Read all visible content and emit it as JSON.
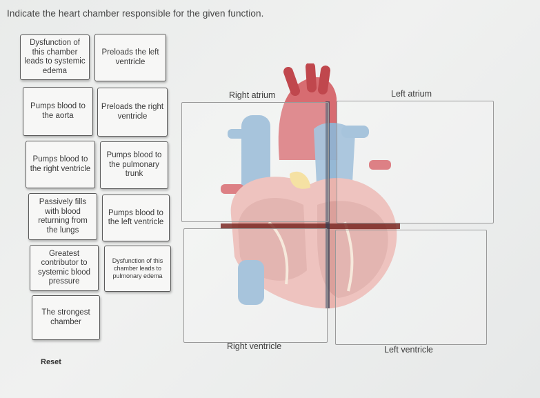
{
  "instruction": "Indicate the heart chamber responsible for the given function.",
  "cards": [
    {
      "text": "Dysfunction of this chamber leads to systemic edema"
    },
    {
      "text": "Preloads the left ventricle"
    },
    {
      "text": "Pumps blood to the aorta"
    },
    {
      "text": "Preloads the right ventricle"
    },
    {
      "text": "Pumps blood to the right ventricle"
    },
    {
      "text": "Pumps blood to the pulmonary trunk"
    },
    {
      "text": "Passively fills with blood returning from the lungs"
    },
    {
      "text": "Pumps blood to the left ventricle"
    },
    {
      "text": "Greatest contributor to systemic blood pressure"
    },
    {
      "text": "Dysfunction of this chamber leads to pulmonary edema"
    },
    {
      "text": "The strongest chamber"
    }
  ],
  "zones": {
    "right_atrium": "Right atrium",
    "left_atrium": "Left atrium",
    "right_ventricle": "Right ventricle",
    "left_ventricle": "Left ventricle"
  },
  "reset_label": "Reset",
  "colors": {
    "card_border": "#5b5b5b",
    "card_bg": "#f7f7f6",
    "artery_red": "#d45d63",
    "vein_blue": "#8fb4d3",
    "muscle_pink": "#e9b3ad"
  }
}
